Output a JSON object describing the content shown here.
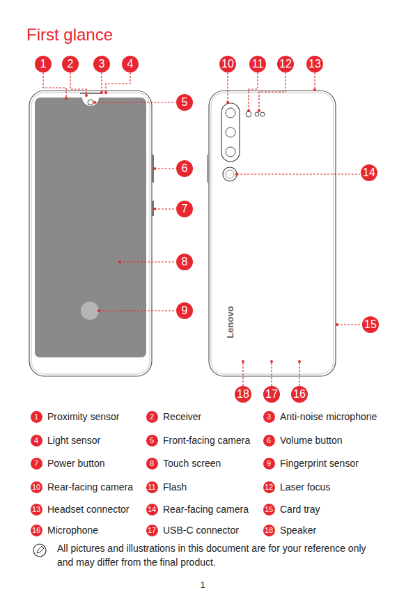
{
  "diagram": {
    "title": "First glance",
    "labels": [
      "1",
      "2",
      "3",
      "4",
      "10",
      "11",
      "12",
      "13",
      "5",
      "6",
      "14",
      "7",
      "8",
      "9",
      "15",
      "18",
      "17",
      "16",
      "Lenovo",
      "1",
      "Proximity sensor",
      "2",
      "Receiver",
      "3",
      "Anti-noise microphone",
      "4",
      "Light sensor",
      "5",
      "Front-facing camera",
      "6",
      "Volume button",
      "7",
      "Power button",
      "8",
      "Touch screen",
      "9",
      "Fingerprint sensor",
      "10",
      "Rear-facing camera",
      "11",
      "Flash",
      "12",
      "Laser focus",
      "13",
      "Headset connector",
      "14",
      "Rear-facing camera",
      "15",
      "Card tray",
      "16",
      "Microphone",
      "17",
      "USB-C connector",
      "18",
      "Speaker",
      "All pictures and illustrations in this document are for your reference only and may differ from the final product.",
      "1"
    ]
  }
}
